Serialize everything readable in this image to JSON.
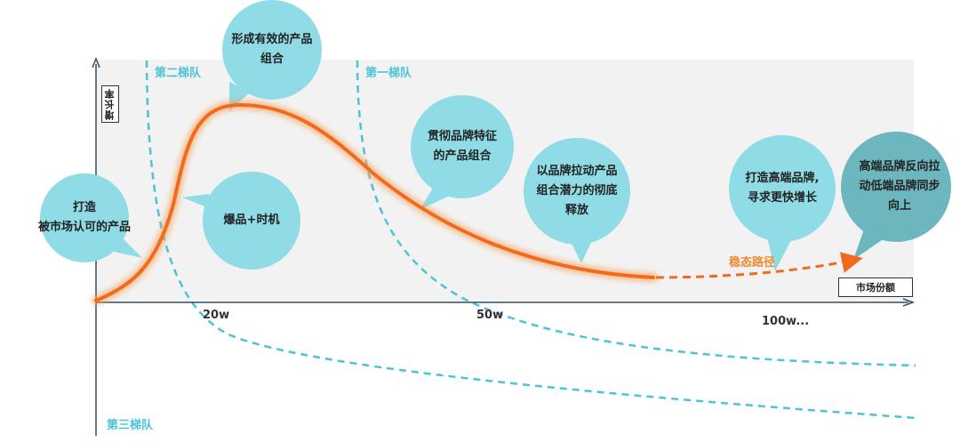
{
  "axes": {
    "y_label": "增长率",
    "x_label": "市场份额",
    "ticks": [
      "20w",
      "50w",
      "100w..."
    ]
  },
  "tiers": {
    "second": "第二梯队",
    "first": "第一梯队",
    "third": "第三梯队"
  },
  "bubbles": [
    {
      "lines": [
        "打造",
        "被市场认可的产品"
      ]
    },
    {
      "lines": [
        "形成有效的产品",
        "组合"
      ]
    },
    {
      "lines": [
        "爆品+时机"
      ]
    },
    {
      "lines": [
        "贯彻品牌特征",
        "的产品组合"
      ]
    },
    {
      "lines": [
        "以品牌拉动产品",
        "组合潜力的彻底",
        "释放"
      ]
    },
    {
      "lines": [
        "打造高端品牌,",
        "寻求更快增长"
      ]
    },
    {
      "lines": [
        "高端品牌反向拉",
        "动低端品牌同步",
        "向上"
      ]
    }
  ],
  "path_label": "稳态路径",
  "colors": {
    "curve": "#f26b1d",
    "curve_glow": "#f7a25c",
    "tier_line": "#4cc3d6",
    "bubble": "#8fdbe6",
    "bubble_dark": "#6cb6bd",
    "panel": "#f2f2f2",
    "axis": "#2e4f66"
  }
}
